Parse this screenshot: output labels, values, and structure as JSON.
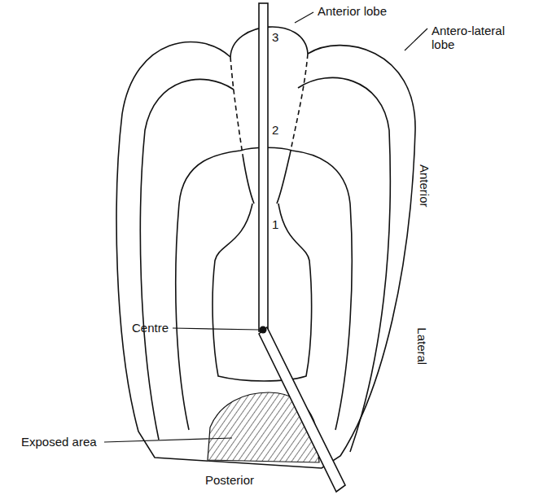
{
  "diagram": {
    "labels": [
      "Anterior lobe",
      "Antero-lateral lobe",
      "3",
      "Anterior",
      "2",
      "1",
      "Centre",
      "Lateral",
      "Exposed area",
      "Posterior"
    ]
  }
}
